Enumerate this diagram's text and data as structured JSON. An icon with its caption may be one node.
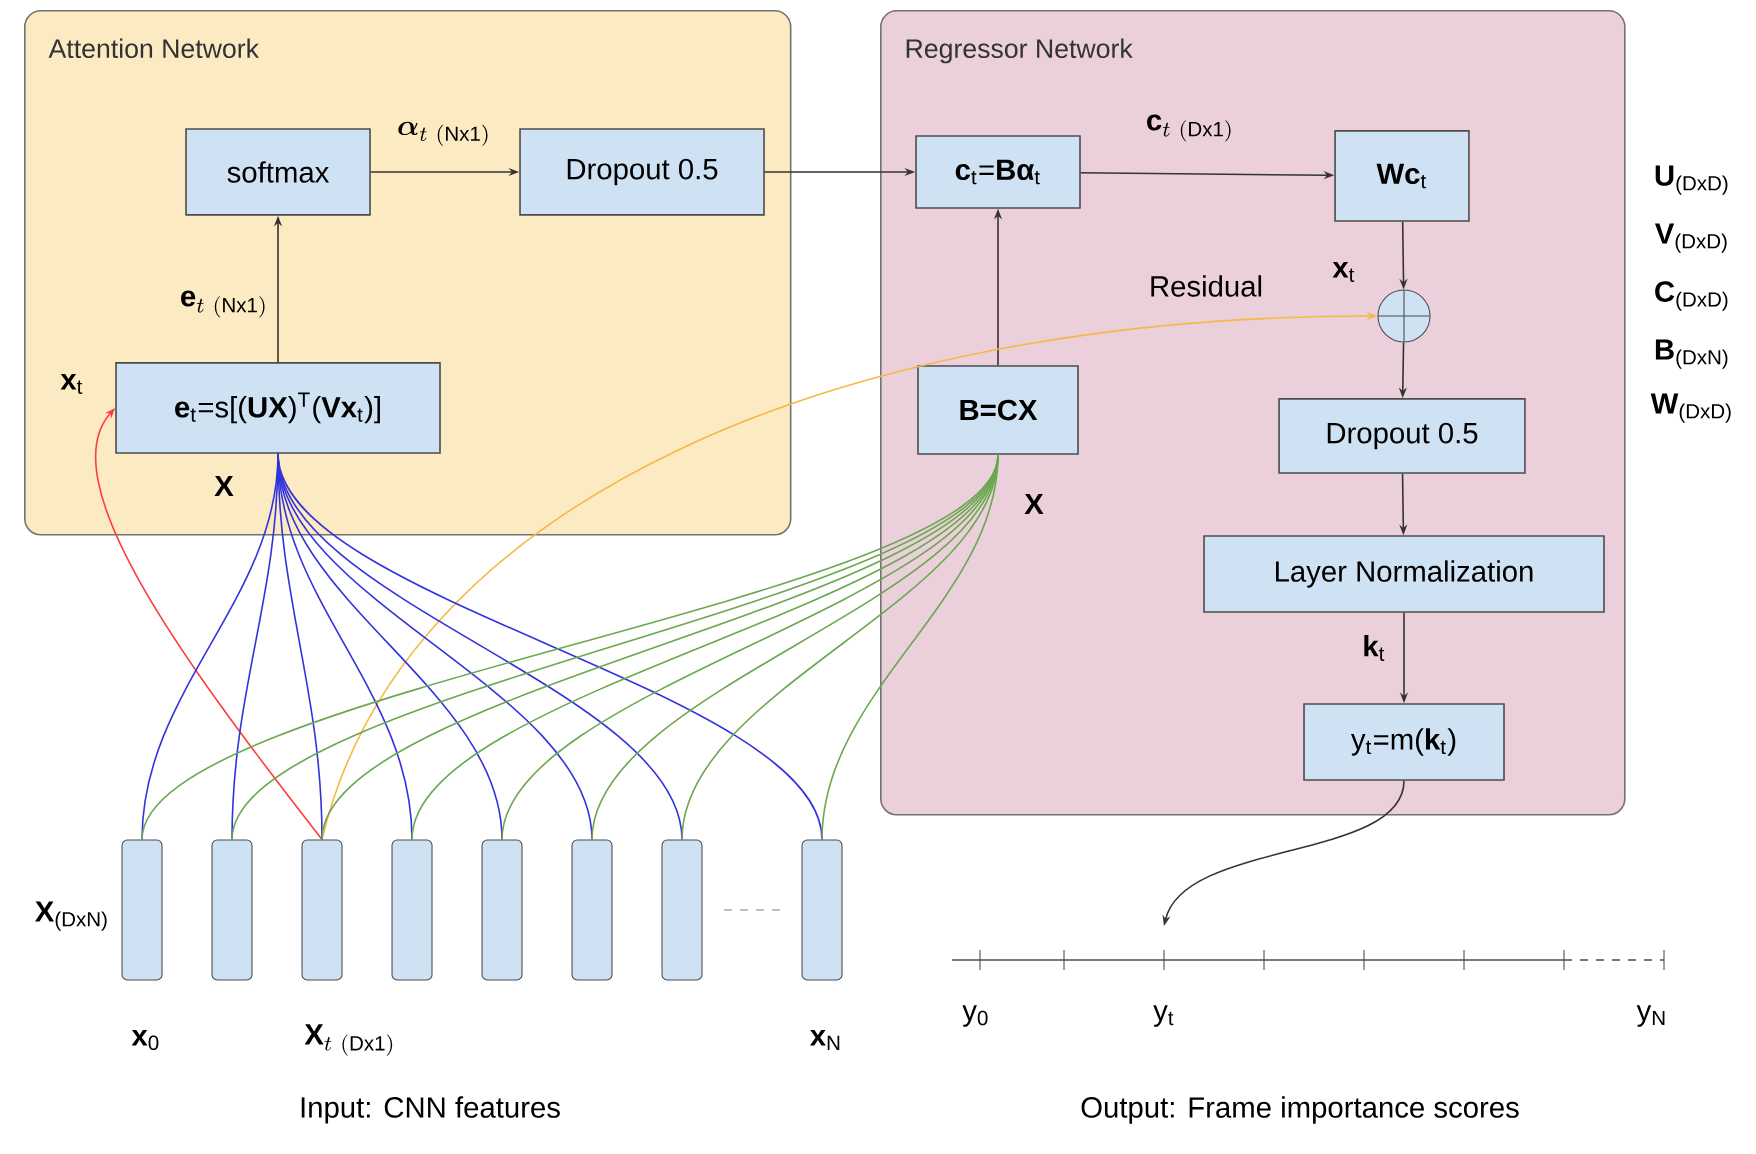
{
  "diagram": {
    "nodes": [
      {
        "text": [
          "Attention Network"
        ]
      },
      {
        "text": [
          "softmax"
        ],
        "in": 0
      },
      {
        "text": [
          "Dropout 0.5"
        ],
        "in": 0
      },
      {
        "text": [
          "**e**$_{t}$=s[(**UX**)$^{T}$(**Vx**$_{t}$)]"
        ],
        "in": 0,
        "beside": [
          "**X**"
        ]
      },
      {
        "text": [
          "Regressor Network"
        ]
      },
      {
        "text": [
          "**c**$_{t}$=**Bα**$_{t}$"
        ],
        "in": 4
      },
      {
        "text": [
          "**Wc**$_{t}$"
        ],
        "in": 4
      },
      {
        "text": [
          "B=CX"
        ],
        "in": 4,
        "beside": [
          "**X**"
        ]
      },
      {
        "text": [],
        "shape": "circle",
        "in": 4,
        "beside": [
          "**x**$_{t}$"
        ]
      },
      {
        "text": [
          "Dropout 0.5"
        ],
        "in": 4
      },
      {
        "text": [
          "Layer Normalization"
        ],
        "in": 4
      },
      {
        "text": [
          "y$_{t}$=m(**k**$_{t}$)"
        ],
        "in": 4
      },
      {
        "text": [],
        "shape": "bar",
        "beside": [
          "**x**$_{0}$"
        ]
      },
      {
        "text": [],
        "shape": "bar"
      },
      {
        "text": [],
        "shape": "bar",
        "beside": [
          "\\mathbf{X}_{t\\ (\\mathrm{Dx1})}"
        ]
      },
      {
        "text": [],
        "shape": "bar"
      },
      {
        "text": [],
        "shape": "bar"
      },
      {
        "text": [],
        "shape": "bar"
      },
      {
        "text": [],
        "shape": "bar"
      },
      {
        "text": [],
        "shape": "bar",
        "beside": [
          "**x**$_{N}$"
        ]
      }
    ],
    "edges": [
      {
        "from": 3,
        "to": 1,
        "arrow": "to",
        "label": "\\mathbf{e}_{t\\ (\\mathrm{Nx1})}"
      },
      {
        "from": 1,
        "to": 2,
        "arrow": "to",
        "label": "\\boldsymbol{\\alpha}_{t\\ (\\mathrm{Nx1})}"
      },
      {
        "from": 2,
        "to": 5,
        "arrow": "to"
      },
      {
        "from": 7,
        "to": 5,
        "arrow": "to"
      },
      {
        "from": 5,
        "to": 6,
        "arrow": "to",
        "label": "\\mathbf{c}_{t\\ (\\mathrm{Dx1})}"
      },
      {
        "from": 6,
        "to": 8,
        "arrow": "to"
      },
      {
        "from": 8,
        "to": 9,
        "arrow": "to"
      },
      {
        "from": 9,
        "to": 10,
        "arrow": "to"
      },
      {
        "from": 10,
        "to": 11,
        "arrow": "to",
        "label": "**k**$_{t}$"
      },
      {
        "from": 11,
        "to": null,
        "arrow": "to"
      },
      {
        "from": 14,
        "to": 3,
        "arrow": "to",
        "color": "#ff3b3b",
        "label": "**x**$_{t}$"
      },
      {
        "from": 14,
        "to": 8,
        "arrow": "to",
        "color": "#f5b942",
        "label": "Residual"
      },
      {
        "from": 12,
        "to": 3,
        "arrow": "none",
        "color": "#3333dd"
      },
      {
        "from": 13,
        "to": 3,
        "arrow": "none",
        "color": "#3333dd"
      },
      {
        "from": 14,
        "to": 3,
        "arrow": "none",
        "color": "#3333dd"
      },
      {
        "from": 15,
        "to": 3,
        "arrow": "none",
        "color": "#3333dd"
      },
      {
        "from": 16,
        "to": 3,
        "arrow": "none",
        "color": "#3333dd"
      },
      {
        "from": 17,
        "to": 3,
        "arrow": "none",
        "color": "#3333dd"
      },
      {
        "from": 18,
        "to": 3,
        "arrow": "none",
        "color": "#3333dd"
      },
      {
        "from": 19,
        "to": 3,
        "arrow": "none",
        "color": "#3333dd"
      },
      {
        "from": 12,
        "to": 7,
        "arrow": "none",
        "color": "#6aa84f"
      },
      {
        "from": 13,
        "to": 7,
        "arrow": "none",
        "color": "#6aa84f"
      },
      {
        "from": 14,
        "to": 7,
        "arrow": "none",
        "color": "#6aa84f"
      },
      {
        "from": 15,
        "to": 7,
        "arrow": "none",
        "color": "#6aa84f"
      },
      {
        "from": 16,
        "to": 7,
        "arrow": "none",
        "color": "#6aa84f"
      },
      {
        "from": 17,
        "to": 7,
        "arrow": "none",
        "color": "#6aa84f"
      },
      {
        "from": 18,
        "to": 7,
        "arrow": "none",
        "color": "#6aa84f"
      },
      {
        "from": 19,
        "to": 7,
        "arrow": "none",
        "color": "#6aa84f"
      }
    ],
    "labels": [
      "**U**$_{(DxD)}$",
      "**V**$_{(DxD)}$",
      "**C**$_{(DxD)}$",
      "**B**$_{(DxN)}$",
      "**W**$_{(DxD)}$",
      "**X**$_{(DxN)}$",
      "Input: CNN features",
      "y$_{0}$",
      "y$_{t}$",
      "y$_{N}$",
      "Output: Frame importance scores"
    ]
  }
}
